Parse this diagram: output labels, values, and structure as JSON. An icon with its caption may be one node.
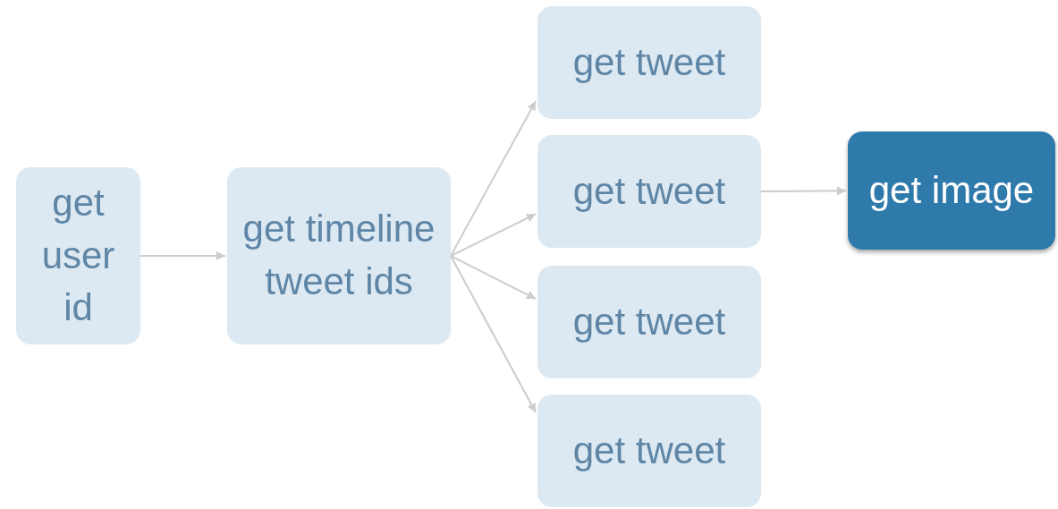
{
  "diagram": {
    "nodes": [
      {
        "text": [
          "get user id"
        ]
      },
      {
        "text": [
          "get timeline tweet ids"
        ]
      },
      {
        "text": [
          "get tweet"
        ]
      },
      {
        "text": [
          "get tweet"
        ]
      },
      {
        "text": [
          "get tweet"
        ]
      },
      {
        "text": [
          "get tweet"
        ]
      },
      {
        "text": [
          "get image"
        ]
      }
    ],
    "edges": [
      {
        "from": 0,
        "to": 1,
        "arrow": "to"
      },
      {
        "from": 1,
        "to": 2,
        "arrow": "to"
      },
      {
        "from": 1,
        "to": 3,
        "arrow": "to"
      },
      {
        "from": 1,
        "to": 4,
        "arrow": "to"
      },
      {
        "from": 1,
        "to": 5,
        "arrow": "to"
      },
      {
        "from": 3,
        "to": 6,
        "arrow": "to"
      }
    ]
  }
}
